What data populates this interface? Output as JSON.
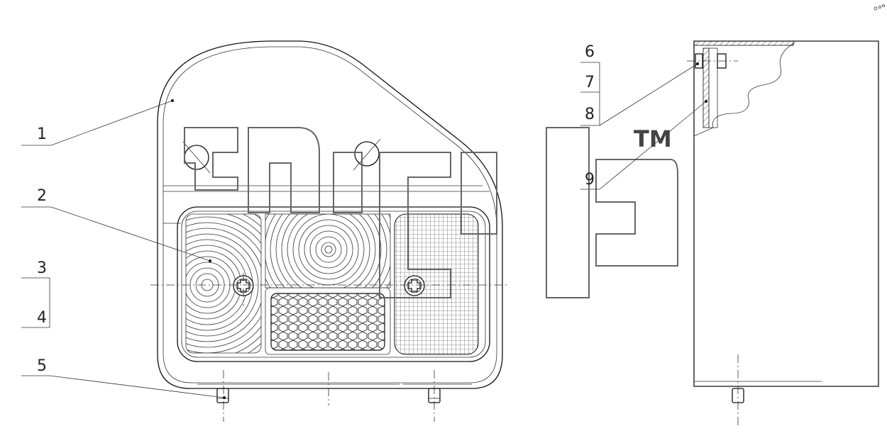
{
  "callouts": [
    {
      "id": "1",
      "text": "1"
    },
    {
      "id": "2",
      "text": "2"
    },
    {
      "id": "3",
      "text": "3"
    },
    {
      "id": "4",
      "text": "4"
    },
    {
      "id": "5",
      "text": "5"
    },
    {
      "id": "6",
      "text": "6"
    },
    {
      "id": "7",
      "text": "7"
    },
    {
      "id": "8",
      "text": "8"
    },
    {
      "id": "9",
      "text": "9"
    }
  ],
  "watermark": {
    "trademark": "TM"
  },
  "colors": {
    "line": "#111111",
    "watermark_outline": "#555555",
    "background": "#ffffff"
  }
}
